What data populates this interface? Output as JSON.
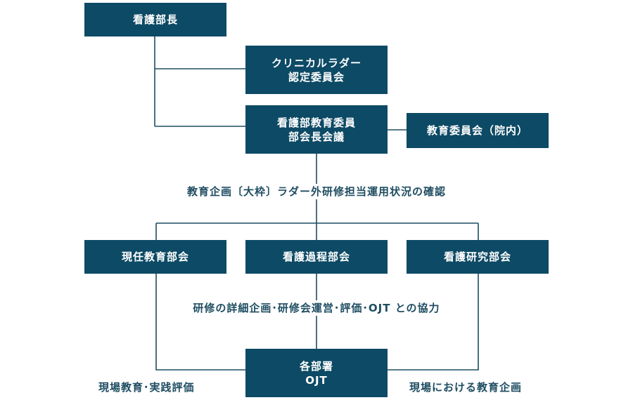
{
  "nodes": {
    "head_nurse": "看護部長",
    "ladder_committee": "クリニカルラダー\n認定委員会",
    "edu_committee_meeting": "看護部教育委員\n部会長会議",
    "edu_committee_hospital": "教育委員会（院内）",
    "current_edu_subcommittee": "現任教育部会",
    "nursing_process_subcommittee": "看護過程部会",
    "nursing_research_subcommittee": "看護研究部会",
    "each_department": "各部署\nOJT"
  },
  "labels": {
    "planning_confirmation": "教育企画〔大枠〕ラダー外研修担当運用状況の確認",
    "training_cooperation": "研修の詳細企画･研修会運営･評価･OJT との協力",
    "onsite_education": "現場教育･実践評価",
    "onsite_planning": "現場における教育企画"
  }
}
